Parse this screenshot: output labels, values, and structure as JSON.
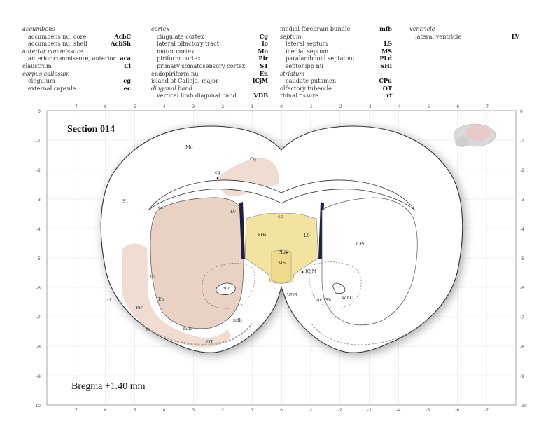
{
  "legend": [
    {
      "groups": [
        {
          "category": "accumbens",
          "items": [
            {
              "name": "accumbens nu, core",
              "abbr": "AcbC"
            },
            {
              "name": "accumbens nu, shell",
              "abbr": "AcbSh"
            }
          ]
        },
        {
          "category": "anterior commissure",
          "items": [
            {
              "name": "anterior commissure, anterior",
              "abbr": "aca"
            }
          ]
        },
        {
          "category": "",
          "items": [
            {
              "name": "claustrum",
              "abbr": "Cl"
            }
          ]
        },
        {
          "category": "corpus callosum",
          "items": [
            {
              "name": "cingulum",
              "abbr": "cg"
            },
            {
              "name": "external capsule",
              "abbr": "ec"
            }
          ]
        }
      ]
    },
    {
      "groups": [
        {
          "category": "cortex",
          "items": [
            {
              "name": "cingulate cortex",
              "abbr": "Cg"
            },
            {
              "name": "lateral olfactory tract",
              "abbr": "lo"
            },
            {
              "name": "motor cortex",
              "abbr": "Mo"
            },
            {
              "name": "piriform cortex",
              "abbr": "Pir"
            },
            {
              "name": "primary somatosensory cortex",
              "abbr": "S1"
            }
          ]
        },
        {
          "category": "",
          "items": [
            {
              "name": "endopiriform nu",
              "abbr": "En"
            }
          ]
        },
        {
          "category": "",
          "items": [
            {
              "name": "island of Calleja, major",
              "abbr": "ICjM"
            }
          ]
        },
        {
          "category": "diagonal band",
          "items": [
            {
              "name": "vertical limb diagonal band",
              "abbr": "VDB"
            }
          ]
        }
      ]
    },
    {
      "groups": [
        {
          "category": "",
          "items": [
            {
              "name": "medial forebrain bundle",
              "abbr": "mfb"
            }
          ]
        },
        {
          "category": "septum",
          "items": [
            {
              "name": "lateral septum",
              "abbr": "LS"
            },
            {
              "name": "medial septum",
              "abbr": "MS"
            },
            {
              "name": "paralambdoid septal nu",
              "abbr": "PLd"
            },
            {
              "name": "septohipp nu",
              "abbr": "SHi"
            }
          ]
        },
        {
          "category": "striatum",
          "items": [
            {
              "name": "caudate putamen",
              "abbr": "CPu"
            }
          ]
        },
        {
          "category": "",
          "items": [
            {
              "name": "olfactory tubercle",
              "abbr": "OT"
            }
          ]
        },
        {
          "category": "",
          "items": [
            {
              "name": "rhinal fissure",
              "abbr": "rf"
            }
          ]
        }
      ]
    },
    {
      "groups": [
        {
          "category": "ventricle",
          "items": [
            {
              "name": "lateral ventricle",
              "abbr": "LV"
            }
          ]
        }
      ]
    }
  ],
  "atlas": {
    "section_title": "Section 014",
    "bregma": "Bregma +1.40 mm",
    "x_ticks": [
      "7",
      "6",
      "5",
      "4",
      "3",
      "2",
      "1",
      "0",
      "-1",
      "-2",
      "-3",
      "-4",
      "-5",
      "-6",
      "-7"
    ],
    "y_ticks": [
      "0",
      "-1",
      "-2",
      "-3",
      "-4",
      "-5",
      "-6",
      "-7",
      "-8",
      "-9",
      "-10"
    ],
    "region_labels": {
      "Mo": "Mo",
      "Cg": "Cg",
      "S1": "S1",
      "cg": "cg",
      "ec": "ec",
      "LV": "LV",
      "cc": "cc",
      "SHi": "SHi",
      "LS_left": "LS",
      "LS_right": "LS",
      "PLd": "PLd",
      "MS": "MS",
      "CPu": "CPu",
      "ICjM": "ICjM",
      "Cl": "Cl",
      "rf": "rf",
      "En": "En",
      "aca": "aca",
      "Pir": "Pir",
      "lo": "lo",
      "mfb": "mfb",
      "mfb2": "mfb",
      "OT": "OT",
      "VDB": "VDB",
      "AcbSh": "AcbSh",
      "AcbC": "AcbC"
    },
    "colors": {
      "striatum": "#e9d2c3",
      "septum": "#f2e3a0",
      "cortex_tint": "#f1dcd2",
      "ventricle": "#1a2046",
      "outline": "#333333"
    }
  }
}
